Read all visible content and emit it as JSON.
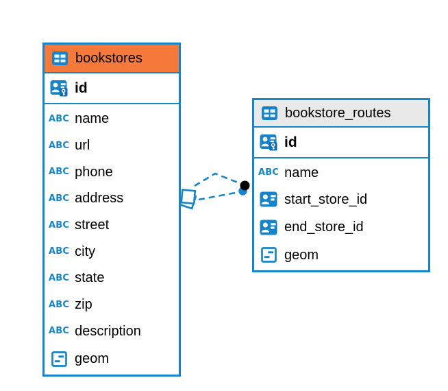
{
  "colors": {
    "accent": "#1584C8",
    "accent-dark": "#0d6db5",
    "orange": "#F5793B",
    "gray": "#E9E9E9",
    "text": "#000000",
    "endpoint": "#000000"
  },
  "abc_icon_text": "ABC",
  "tables": [
    {
      "id": "bookstores",
      "title": "bookstores",
      "header_variant": "orange",
      "rows": [
        {
          "label": "id",
          "type": "primary-key",
          "bold": true
        },
        {
          "label": "name",
          "type": "text"
        },
        {
          "label": "url",
          "type": "text"
        },
        {
          "label": "phone",
          "type": "text"
        },
        {
          "label": "address",
          "type": "text"
        },
        {
          "label": "street",
          "type": "text"
        },
        {
          "label": "city",
          "type": "text"
        },
        {
          "label": "state",
          "type": "text"
        },
        {
          "label": "zip",
          "type": "text"
        },
        {
          "label": "description",
          "type": "text"
        },
        {
          "label": "geom",
          "type": "geometry"
        }
      ]
    },
    {
      "id": "bookstore_routes",
      "title": "bookstore_routes",
      "header_variant": "gray",
      "rows": [
        {
          "label": "id",
          "type": "primary-key",
          "bold": true
        },
        {
          "label": "name",
          "type": "text"
        },
        {
          "label": "start_store_id",
          "type": "foreign-key"
        },
        {
          "label": "end_store_id",
          "type": "foreign-key"
        },
        {
          "label": "geom",
          "type": "geometry"
        }
      ]
    }
  ],
  "relationships": {
    "from": "bookstores",
    "to": "bookstore_routes",
    "line_count": 2,
    "line_style": "dashed",
    "source_marker": "overlapping-squares",
    "target_markers": [
      "black-dot",
      "blue-dot"
    ]
  }
}
